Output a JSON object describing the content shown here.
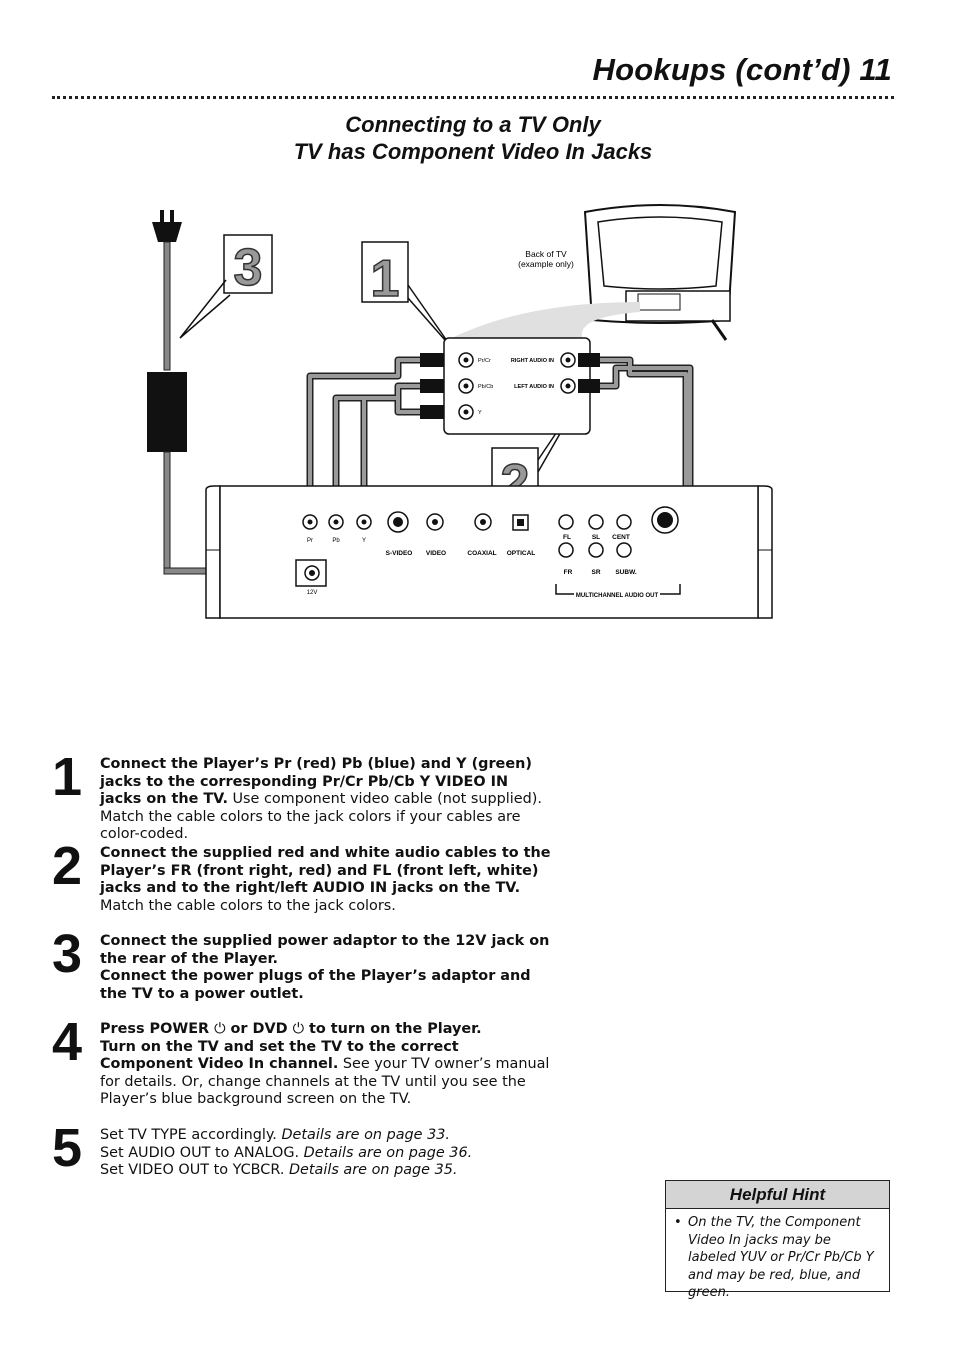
{
  "header": {
    "title": "Hookups (cont’d)  11"
  },
  "section": {
    "title_line1": "Connecting to a TV Only",
    "title_line2": "TV has Component Video In Jacks"
  },
  "diagram": {
    "callouts": [
      "1",
      "2",
      "3"
    ],
    "tv_caption_line1": "Back of TV",
    "tv_caption_line2": "(example only)",
    "tv_jacks": {
      "pr": "Pr/Cr",
      "pb": "Pb/Cb",
      "y": "Y",
      "right_audio": "RIGHT AUDIO IN",
      "left_audio": "LEFT AUDIO IN"
    },
    "player_jacks": {
      "pr": "Pr",
      "pb": "Pb",
      "y": "Y",
      "svideo": "S-VIDEO",
      "video": "VIDEO",
      "coaxial": "COAXIAL",
      "optical": "OPTICAL",
      "fl": "FL",
      "sl": "SL",
      "cent": "CENT",
      "fr": "FR",
      "sr": "SR",
      "subw": "SUBW.",
      "power": "12V",
      "multichannel": "MULTICHANNEL AUDIO OUT"
    }
  },
  "steps": [
    {
      "num": "1",
      "bold": "Connect the Player’s Pr (red) Pb (blue) and Y (green) jacks to the corresponding Pr/Cr Pb/Cb Y VIDEO IN jacks on the TV.",
      "normal": " Use component video cable (not supplied). Match the cable colors to the jack colors if your cables are color-coded."
    },
    {
      "num": "2",
      "bold": "Connect the supplied red and white audio cables to the Player’s FR (front right, red) and FL (front left, white) jacks and to the right/left AUDIO IN jacks on the TV.",
      "normal": " Match the cable colors to the jack colors."
    },
    {
      "num": "3",
      "bold1": "Connect the supplied power adaptor to the 12V jack on the rear of the Player.",
      "bold2": "Connect the power plugs of the Player’s adaptor and the TV to a power outlet."
    },
    {
      "num": "4",
      "bold1a": "Press POWER ",
      "bold1b": " or DVD ",
      "bold1c": " to turn on the Player.",
      "bold2": "Turn on the TV and set the TV to the correct Component Video In channel.",
      "normal": " See your TV owner’s manual for details. Or, change channels at the TV until you see the Player’s blue background screen on the TV."
    },
    {
      "num": "5",
      "line1_normal": "Set TV TYPE accordingly. ",
      "line1_italic": "Details are on page 33.",
      "line2_normal": "Set AUDIO OUT to ANALOG. ",
      "line2_italic": "Details are on page 36.",
      "line3_normal": "Set VIDEO OUT to YCBCR. ",
      "line3_italic": "Details are on page 35."
    }
  ],
  "hint": {
    "title": "Helpful Hint",
    "bullet": "•",
    "text": "On the TV, the Component Video In jacks may be labeled YUV or Pr/Cr Pb/Cb Y and may be red, blue, and green."
  }
}
